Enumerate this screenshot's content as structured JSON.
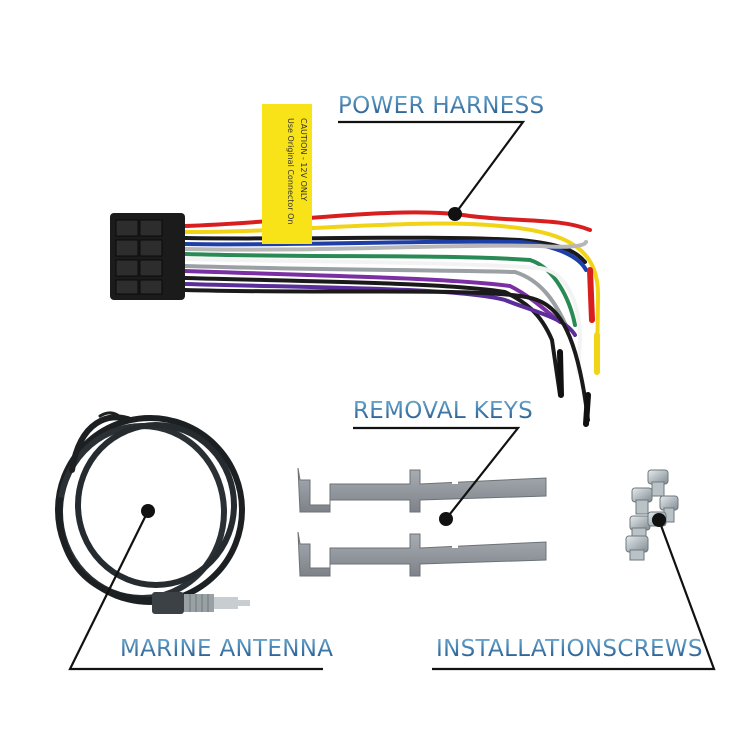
{
  "labels": {
    "power_harness": "POWER HARNESS",
    "removal_keys": "REMOVAL KEYS",
    "marine_antenna": "MARINE ANTENNA",
    "installation_screws": "INSTALLATIONSCREWS"
  },
  "caution_tag": {
    "line1": "CAUTION - 12V ONLY",
    "line2": "Use Original Connector On"
  },
  "colors": {
    "label_gradient_top": "#6fb0d6",
    "label_gradient_bottom": "#1f4f86",
    "caution_tag": "#f7e318",
    "callout_line": "#111111"
  }
}
